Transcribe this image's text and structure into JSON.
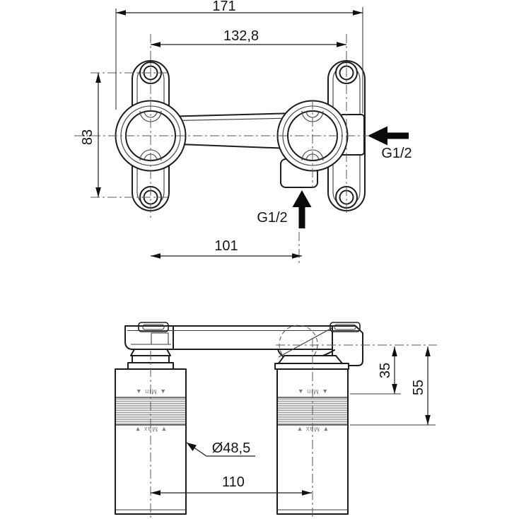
{
  "colors": {
    "background": "#ffffff",
    "line": "#1d1d1d",
    "centerline": "#5a5a5a",
    "rib_gray": "#8d8d8d",
    "marking_gray": "#7f7f7f",
    "arrow_black": "#0a0a0a"
  },
  "top_view": {
    "dim_overall_width": "171",
    "dim_hole_spacing": "132,8",
    "dim_hole_height": "83",
    "dim_outlet_offset": "101",
    "inlet_thread": "G1/2",
    "outlet_thread": "G1/2"
  },
  "front_view": {
    "dim_min_depth": "35",
    "dim_max_depth": "55",
    "dim_diameter": "Ø48,5",
    "dim_center_distance": "110",
    "min_marking": "▲ Min ▲",
    "max_marking": "▼ Max ▼"
  }
}
